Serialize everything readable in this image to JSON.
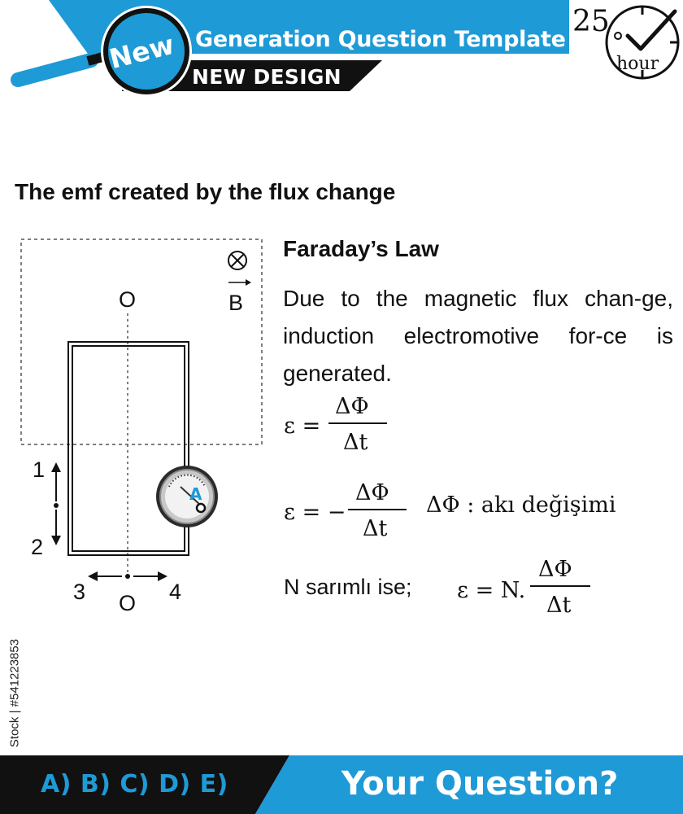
{
  "header": {
    "badge": "New",
    "title": "Generation Question Template",
    "subtitle": "NEW DESIGN",
    "timer_value": "25",
    "timer_unit": "hour",
    "accent_color": "#1e9ad6"
  },
  "main": {
    "title": "The emf created by the flux change"
  },
  "diagram": {
    "axis_top_label": "O",
    "axis_bottom_label": "O",
    "field_symbol": "⊗",
    "field_label": "B",
    "meter_label": "A",
    "arrow_labels": [
      "1",
      "2",
      "3",
      "4"
    ]
  },
  "explanation": {
    "heading": "Faraday’s Law",
    "body": "Due to the magnetic flux chan-ge, induction electromotive for-ce is generated.",
    "formula1": {
      "lhs": "ε =",
      "num": "ΔΦ",
      "den": "Δt"
    },
    "formula2": {
      "lhs": "ε = −",
      "num": "ΔΦ",
      "den": "Δt",
      "note": "ΔΦ : akı değişimi"
    },
    "formula3": {
      "prefix": "N sarımlı ise;",
      "lhs": "ε = N.",
      "num": "ΔΦ",
      "den": "Δt"
    }
  },
  "footer": {
    "options": "A) B) C) D) E)",
    "cta": "Your Question?",
    "stock_id": "Stock | #541223853"
  }
}
